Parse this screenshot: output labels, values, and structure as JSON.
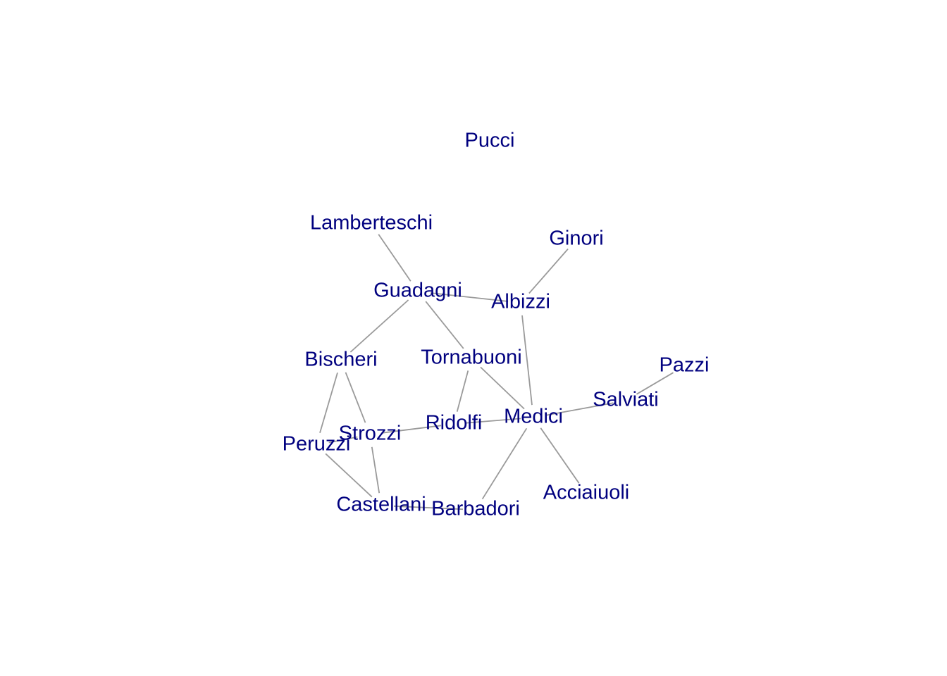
{
  "style": {
    "label_color": "#00007f",
    "edge_color": "#9a9a9a",
    "background": "#ffffff"
  },
  "network": {
    "nodes": [
      {
        "id": "acciaiuoli",
        "label": "Acciaiuoli"
      },
      {
        "id": "albizzi",
        "label": "Albizzi"
      },
      {
        "id": "barbadori",
        "label": "Barbadori"
      },
      {
        "id": "bischeri",
        "label": "Bischeri"
      },
      {
        "id": "castellani",
        "label": "Castellani"
      },
      {
        "id": "ginori",
        "label": "Ginori"
      },
      {
        "id": "guadagni",
        "label": "Guadagni"
      },
      {
        "id": "lamberteschi",
        "label": "Lamberteschi"
      },
      {
        "id": "medici",
        "label": "Medici"
      },
      {
        "id": "pazzi",
        "label": "Pazzi"
      },
      {
        "id": "peruzzi",
        "label": "Peruzzi"
      },
      {
        "id": "pucci",
        "label": "Pucci"
      },
      {
        "id": "ridolfi",
        "label": "Ridolfi"
      },
      {
        "id": "salviati",
        "label": "Salviati"
      },
      {
        "id": "strozzi",
        "label": "Strozzi"
      },
      {
        "id": "tornabuoni",
        "label": "Tornabuoni"
      }
    ],
    "edges": [
      [
        "lamberteschi",
        "guadagni"
      ],
      [
        "guadagni",
        "albizzi"
      ],
      [
        "guadagni",
        "bischeri"
      ],
      [
        "guadagni",
        "tornabuoni"
      ],
      [
        "ginori",
        "albizzi"
      ],
      [
        "albizzi",
        "medici"
      ],
      [
        "tornabuoni",
        "medici"
      ],
      [
        "tornabuoni",
        "ridolfi"
      ],
      [
        "bischeri",
        "peruzzi"
      ],
      [
        "bischeri",
        "strozzi"
      ],
      [
        "peruzzi",
        "strozzi"
      ],
      [
        "peruzzi",
        "castellani"
      ],
      [
        "strozzi",
        "castellani"
      ],
      [
        "strozzi",
        "ridolfi"
      ],
      [
        "ridolfi",
        "medici"
      ],
      [
        "medici",
        "salviati"
      ],
      [
        "salviati",
        "pazzi"
      ],
      [
        "medici",
        "barbadori"
      ],
      [
        "medici",
        "acciaiuoli"
      ],
      [
        "castellani",
        "barbadori"
      ]
    ]
  }
}
